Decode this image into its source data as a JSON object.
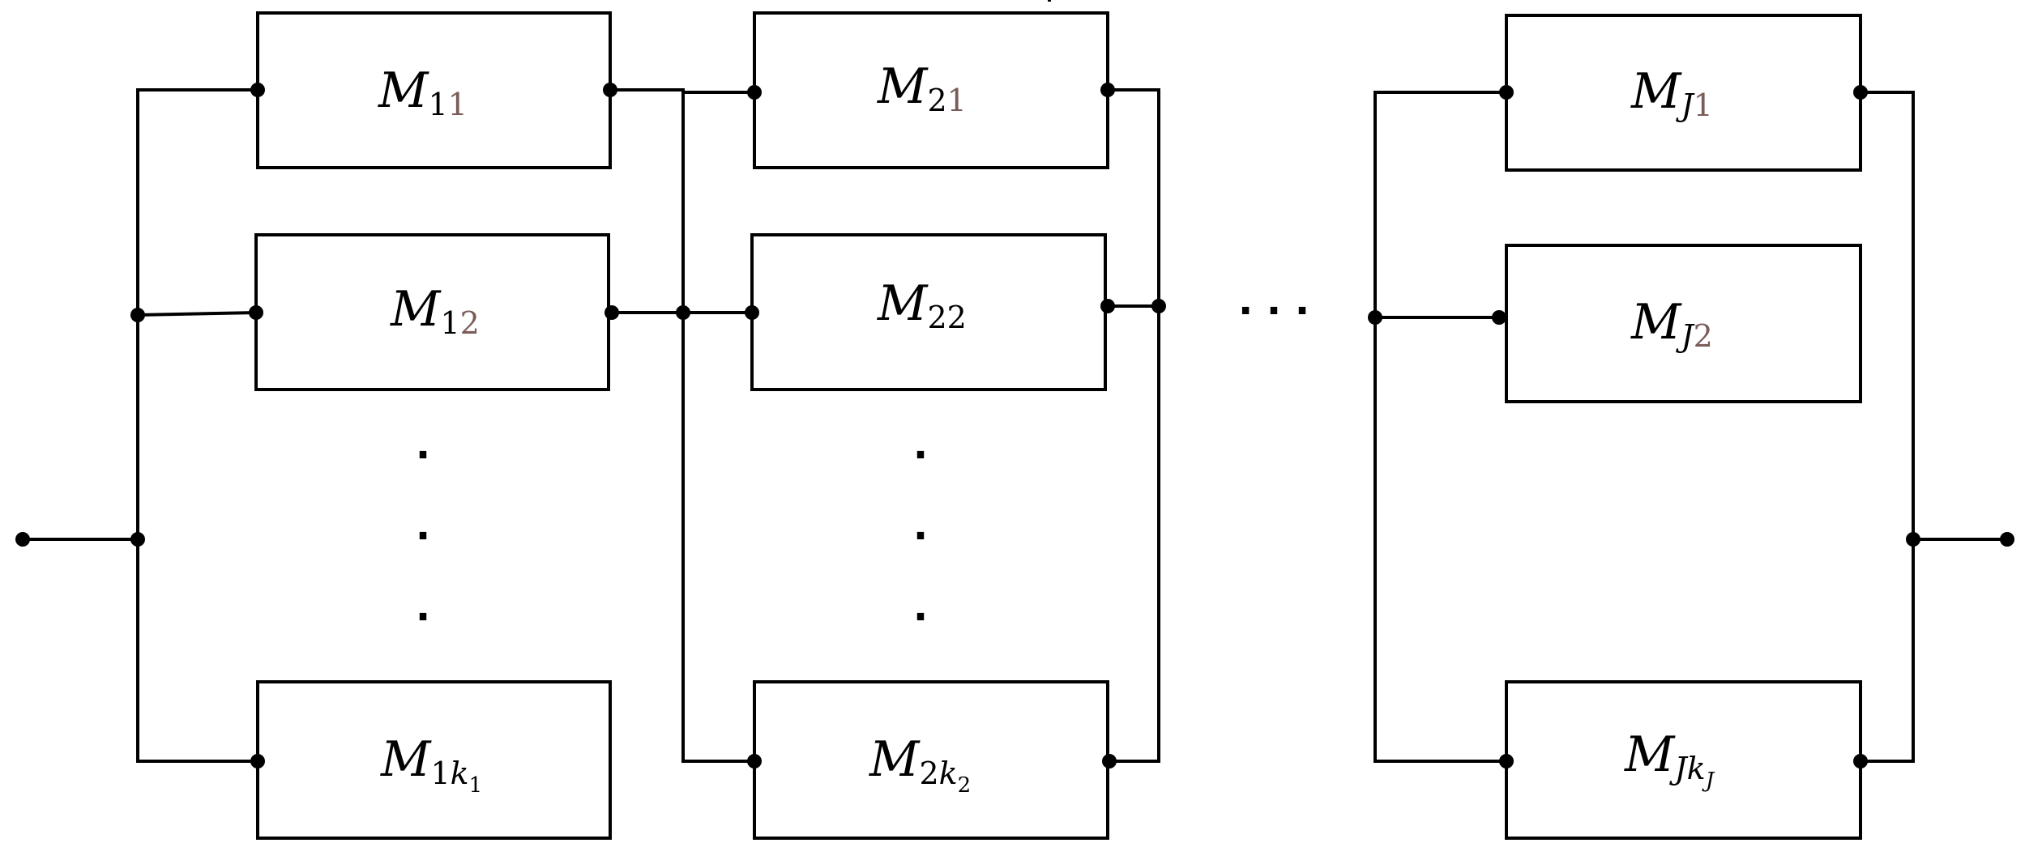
{
  "colors": {
    "line": "#000000",
    "index_accent": "#7a5c58"
  },
  "stages": [
    {
      "boxes": [
        {
          "base": "M",
          "sub1": "1",
          "sub2": "1",
          "sub2_accent": true
        },
        {
          "base": "M",
          "sub1": "1",
          "sub2": "2",
          "sub2_accent": true
        },
        {
          "base": "M",
          "sub1": "1",
          "sub2": "k",
          "subsub": "1"
        }
      ]
    },
    {
      "boxes": [
        {
          "base": "M",
          "sub1": "2",
          "sub2": "1",
          "sub2_accent": true
        },
        {
          "base": "M",
          "sub1": "2",
          "sub2": "2"
        },
        {
          "base": "M",
          "sub1": "2",
          "sub2": "k",
          "subsub": "2"
        }
      ]
    },
    {
      "boxes": [
        {
          "base": "M",
          "sub1": "J",
          "sub2": "1",
          "sub2_accent": true
        },
        {
          "base": "M",
          "sub1": "J",
          "sub2": "2",
          "sub2_accent": true
        },
        {
          "base": "M",
          "sub1": "J",
          "sub2": "k",
          "subsub": "J"
        }
      ]
    }
  ],
  "ellipsis": {
    "vertical_dot": "·",
    "horizontal": "· · ·"
  }
}
